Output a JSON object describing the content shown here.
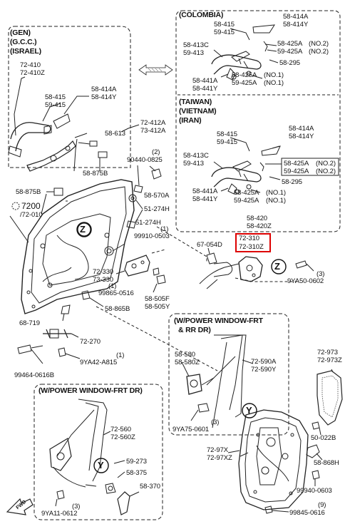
{
  "labels": {
    "gen": "(GEN)",
    "gcc": "(G.C.C.)",
    "israel": "(ISRAEL)",
    "colombia": "(COLOMBIA)",
    "taiwan": "(TAIWAN)",
    "vietnam": "(VIETNAM)",
    "iran": "(IRAN)",
    "wpw_frt_rr_1": "(W/POWER WINDOW-FRT",
    "wpw_frt_rr_2": "& RR DR)",
    "wpw_frt": "(W/POWER WINDOW-FRT DR)",
    "p72410": "72-410",
    "p72410z": "72-410Z",
    "p58415_g": "58-415",
    "p59415_g": "59-415",
    "p58414a_g": "58-414A",
    "p58414y_g": "58-414Y",
    "p72412a": "72-412A",
    "p73412a": "73-412A",
    "p58613": "58-613",
    "p58875b_1": "58-875B",
    "p58875b_2": "58-875B",
    "p7200": "7200",
    "p72010": "/72-010",
    "p90440": "90440-0825",
    "p2_a": "(2)",
    "p58570a": "58-570A",
    "p51274h_1": "51-274H",
    "p51274h_2": "51-274H",
    "p1_a": "(1)",
    "p99910": "99910-0503",
    "p72330": "72-330",
    "p73330": "73-330",
    "p1_b": "(1)",
    "p99865": "99865-0516",
    "p58505f": "58-505F",
    "p58505y": "58-505Y",
    "p58865b": "58-865B",
    "p68719": "68-719",
    "p72270": "72-270",
    "p1_c": "(1)",
    "p9ya42": "9YA42-A815",
    "p99464": "99464-0616B",
    "p58415_c": "58-415",
    "p59415_c": "59-415",
    "p58414a_c": "58-414A",
    "p58414y_c": "58-414Y",
    "p58413c_c": "58-413C",
    "p59413_c": "59-413",
    "p58425a_c": "58-425A",
    "p59425a_c": "59-425A",
    "no2_c1": "(NO.2)",
    "no2_c2": "(NO.2)",
    "p58295_c": "58-295",
    "p58441a_c": "58-441A",
    "p58441y_c": "58-441Y",
    "p58425a_c2": "58-425A",
    "p59425a_c2": "59-425A",
    "no1_c1": "(NO.1)",
    "no1_c2": "(NO.1)",
    "p58415_t": "58-415",
    "p59415_t": "59-415",
    "p58414a_t": "58-414A",
    "p58414y_t": "58-414Y",
    "p58413c_t": "58-413C",
    "p59413_t": "59-413",
    "p58425a_t": "58-425A",
    "p59425a_t": "59-425A",
    "no2_t1": "(NO.2)",
    "no2_t2": "(NO.2)",
    "p58295_t": "58-295",
    "p58441a_t": "58-441A",
    "p58441y_t": "58-441Y",
    "p58425a_t2": "58-425A",
    "p59425a_t2": "59-425A",
    "no1_t1": "(NO.1)",
    "no1_t2": "(NO.1)",
    "p58420": "58-420",
    "p58420z": "58-420Z",
    "p67054d": "67-054D",
    "p72310": "72-310",
    "p72310z": "72-310Z",
    "p3_a": "(3)",
    "p9ya50": "9YA50-0602",
    "p58580": "58-580",
    "p58580z": "58-580Z",
    "p72590a": "72-590A",
    "p72590y": "72-590Y",
    "p3_b": "(3)",
    "p9ya75": "9YA75-0601",
    "p72973": "72-973",
    "p72973z": "72-973Z",
    "p50022b": "50-022B",
    "p58868h": "58-868H",
    "p7297x": "72-97X",
    "p7297xz": "72-97XZ",
    "p99940": "99940-0603",
    "p9_a": "(9)",
    "p99845": "99845-0616",
    "p72560": "72-560",
    "p72560z": "72-560Z",
    "p59273": "59-273",
    "p58375": "58-375",
    "p58370": "58-370",
    "p3_c": "(3)",
    "p9ya11": "9YA11-0612",
    "z1": "Z",
    "z2": "Z",
    "y1": "Y",
    "y2": "Y",
    "fwd": "FWD"
  }
}
